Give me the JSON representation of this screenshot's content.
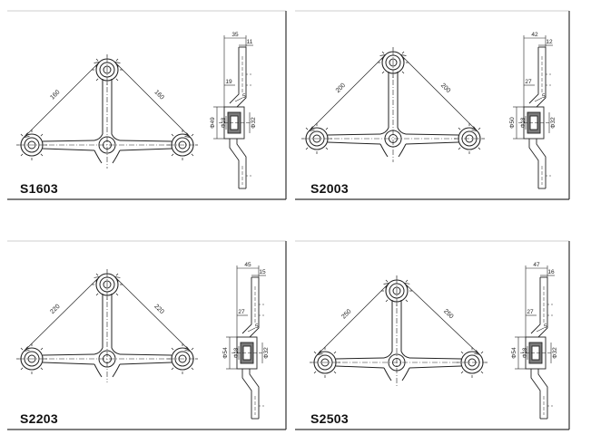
{
  "panels": [
    {
      "model": "S1603",
      "arm_dim": "160",
      "profile": {
        "top_width": "35",
        "top_inner": "11",
        "step": "19",
        "chamfer": "5",
        "outer_dia": "Φ49",
        "bore_dia": "Φ18",
        "hub_dia": "Φ32"
      }
    },
    {
      "model": "S2003",
      "arm_dim": "200",
      "profile": {
        "top_width": "42",
        "top_inner": "12",
        "step": "27",
        "chamfer": "5",
        "outer_dia": "Φ50",
        "bore_dia": "Φ18",
        "hub_dia": "Φ32"
      }
    },
    {
      "model": "S2203",
      "arm_dim": "220",
      "profile": {
        "top_width": "45",
        "top_inner": "15",
        "step": "27",
        "chamfer": "5",
        "outer_dia": "Φ54",
        "bore_dia": "Φ18",
        "hub_dia": "Φ32"
      }
    },
    {
      "model": "S2503",
      "arm_dim": "250",
      "profile": {
        "top_width": "47",
        "top_inner": "16",
        "step": "27",
        "chamfer": "5",
        "outer_dia": "Φ54",
        "bore_dia": "Φ18",
        "hub_dia": "Φ32"
      }
    }
  ]
}
